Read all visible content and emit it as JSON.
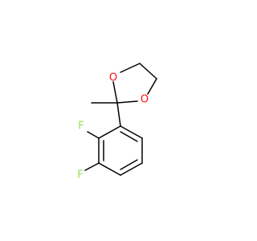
{
  "molecule": {
    "atoms": [
      {
        "id": "O1",
        "label": "O",
        "color": "#ff0d0d"
      },
      {
        "id": "O2",
        "label": "O",
        "color": "#ff0d0d"
      },
      {
        "id": "F1",
        "label": "F",
        "color": "#90e050"
      },
      {
        "id": "F2",
        "label": "F",
        "color": "#90e050"
      }
    ]
  }
}
